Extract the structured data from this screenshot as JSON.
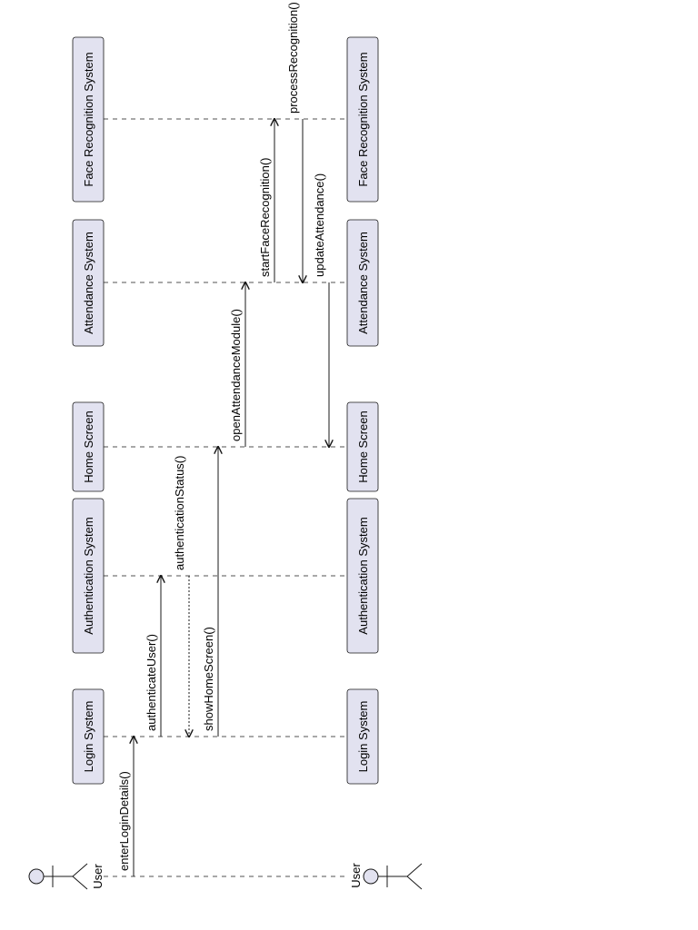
{
  "participants": [
    {
      "id": "user",
      "label": "User",
      "kind": "actor"
    },
    {
      "id": "login",
      "label": "Login System",
      "kind": "box"
    },
    {
      "id": "auth",
      "label": "Authentication System",
      "kind": "box"
    },
    {
      "id": "home",
      "label": "Home Screen",
      "kind": "box"
    },
    {
      "id": "attendance",
      "label": "Attendance System",
      "kind": "box"
    },
    {
      "id": "face",
      "label": "Face Recognition System",
      "kind": "box"
    }
  ],
  "messages": [
    {
      "from": "user",
      "to": "login",
      "label": "enterLoginDetails()",
      "style": "solid"
    },
    {
      "from": "login",
      "to": "auth",
      "label": "authenticateUser()",
      "style": "solid"
    },
    {
      "from": "auth",
      "to": "login",
      "label": "authenticationStatus()",
      "style": "dotted"
    },
    {
      "from": "login",
      "to": "home",
      "label": "showHomeScreen()",
      "style": "solid"
    },
    {
      "from": "home",
      "to": "attendance",
      "label": "openAttendanceModule()",
      "style": "solid"
    },
    {
      "from": "attendance",
      "to": "face",
      "label": "startFaceRecognition()",
      "style": "solid"
    },
    {
      "from": "face",
      "to": "attendance",
      "label": "processRecognition()",
      "style": "solid"
    },
    {
      "from": "attendance",
      "to": "home",
      "label": "updateAttendance()",
      "style": "solid"
    }
  ]
}
